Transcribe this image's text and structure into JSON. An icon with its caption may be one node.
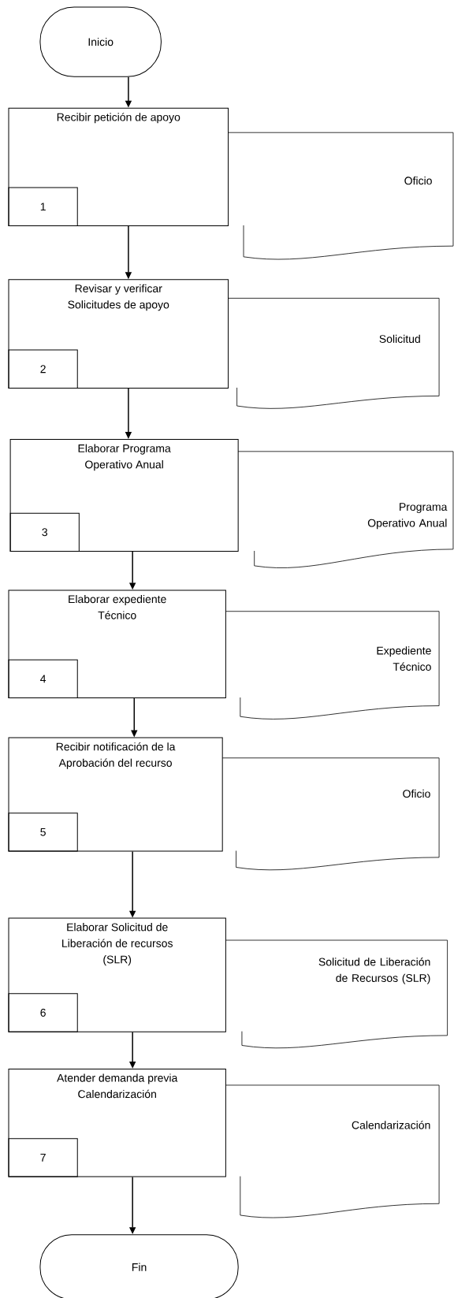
{
  "diagram": {
    "nodes": [
      {
        "text": [
          "Inicio"
        ]
      },
      {
        "text": [
          "Recibir petición de apoyo"
        ]
      },
      {
        "text": [
          "1"
        ],
        "in": 1
      },
      {
        "text": [
          "Oficio"
        ]
      },
      {
        "text": [
          "Revisar y verificar Solicitudes de apoyo"
        ]
      },
      {
        "text": [
          "2"
        ],
        "in": 4
      },
      {
        "text": [
          "Solicitud"
        ]
      },
      {
        "text": [
          "Elaborar Programa Operativo Anual"
        ]
      },
      {
        "text": [
          "3"
        ],
        "in": 7
      },
      {
        "text": [
          "Programa Operativo Anual"
        ]
      },
      {
        "text": [
          "Elaborar expediente Técnico"
        ]
      },
      {
        "text": [
          "4"
        ],
        "in": 10
      },
      {
        "text": [
          "Expediente Técnico"
        ]
      },
      {
        "text": [
          "Recibir notificación de la Aprobación del recurso"
        ]
      },
      {
        "text": [
          "5"
        ],
        "in": 13
      },
      {
        "text": [
          "Oficio"
        ]
      },
      {
        "text": [
          "Elaborar Solicitud de Liberación de recursos (SLR)"
        ]
      },
      {
        "text": [
          "6"
        ],
        "in": 16
      },
      {
        "text": [
          "Solicitud de Liberación de Recursos (SLR)"
        ]
      },
      {
        "text": [
          "Atender demanda previa Calendarización"
        ]
      },
      {
        "text": [
          "7"
        ],
        "in": 19
      },
      {
        "text": [
          "Calendarización"
        ]
      },
      {
        "text": [
          "Fin"
        ]
      }
    ],
    "edges": [
      {
        "from": 0,
        "to": 1,
        "arrow": "to"
      },
      {
        "from": 1,
        "to": 4,
        "arrow": "to"
      },
      {
        "from": 4,
        "to": 7,
        "arrow": "to"
      },
      {
        "from": 7,
        "to": 10,
        "arrow": "to"
      },
      {
        "from": 10,
        "to": 13,
        "arrow": "to"
      },
      {
        "from": 13,
        "to": 16,
        "arrow": "to"
      },
      {
        "from": 16,
        "to": 19,
        "arrow": "to"
      },
      {
        "from": 19,
        "to": 22,
        "arrow": "to"
      }
    ]
  }
}
